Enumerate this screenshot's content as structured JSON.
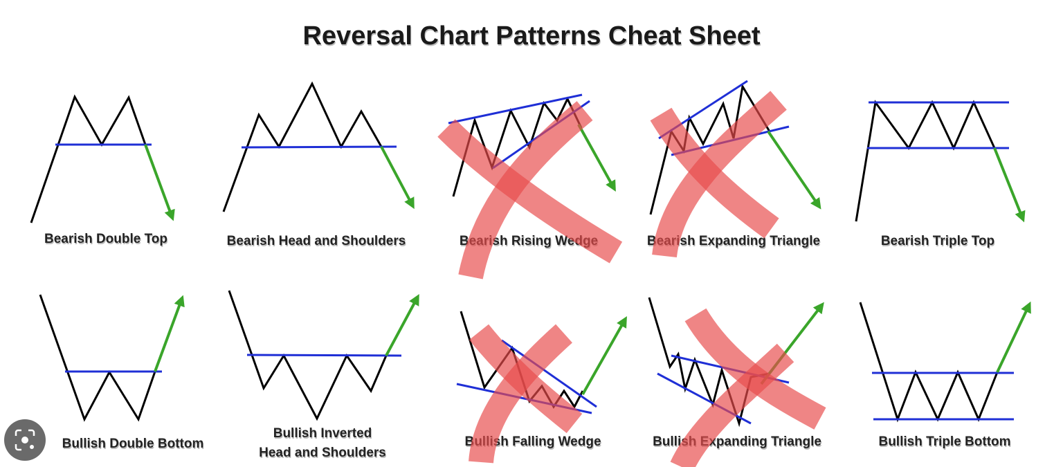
{
  "title": "Reversal Chart Patterns Cheat Sheet",
  "colors": {
    "price_line": "#000000",
    "trend_line": "#1f2fd6",
    "breakout_arrow": "#3aa52a",
    "cross_mark": "#e84b4b"
  },
  "patterns": [
    {
      "label": "Bearish Double Top",
      "crossed_out": false
    },
    {
      "label": "Bearish Head and Shoulders",
      "crossed_out": false
    },
    {
      "label": "Bearish Rising Wedge",
      "crossed_out": true
    },
    {
      "label": "Bearish Expanding Triangle",
      "crossed_out": true
    },
    {
      "label": "Bearish Triple Top",
      "crossed_out": false
    },
    {
      "label": "Bullish Double Bottom",
      "crossed_out": false
    },
    {
      "label": "Bullish Inverted",
      "label2": "Head and Shoulders",
      "crossed_out": false
    },
    {
      "label": "Bullish Falling Wedge",
      "crossed_out": true
    },
    {
      "label": "Bullish Expanding Triangle",
      "crossed_out": true
    },
    {
      "label": "Bullish Triple Bottom",
      "crossed_out": false
    }
  ],
  "overlay": {
    "icon": "visual-search-icon"
  }
}
